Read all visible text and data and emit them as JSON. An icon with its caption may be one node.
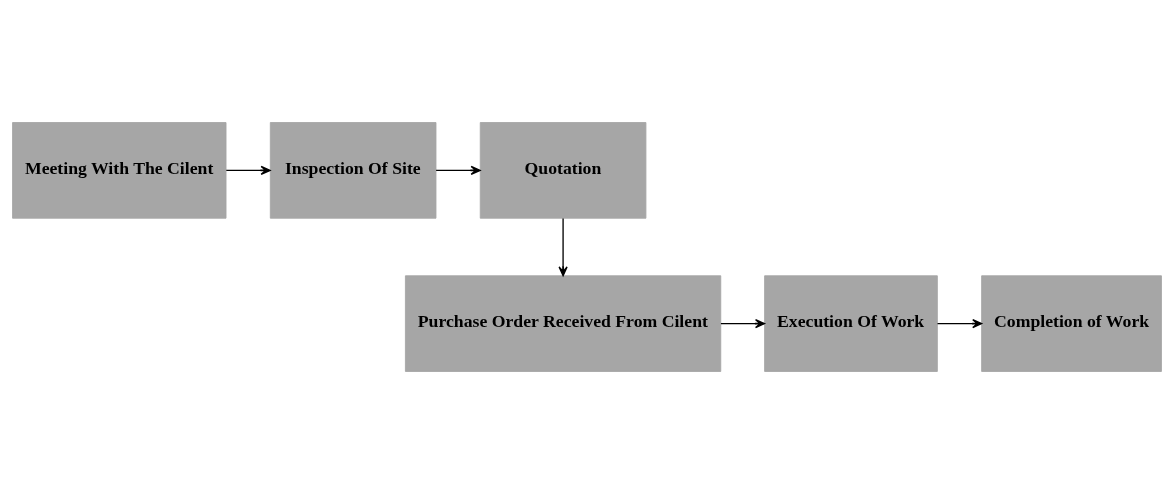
{
  "diagram": {
    "nodes": [
      {
        "text": [
          "Meeting With The Cilent"
        ]
      },
      {
        "text": [
          "Inspection Of Site"
        ]
      },
      {
        "text": [
          "Quotation"
        ]
      },
      {
        "text": [
          "Purchase Order Received From Cilent"
        ]
      },
      {
        "text": [
          "Execution Of Work"
        ]
      },
      {
        "text": [
          "Completion of Work"
        ]
      }
    ],
    "edges": [
      {
        "from": 0,
        "to": 1,
        "arrow": "to"
      },
      {
        "from": 1,
        "to": 2,
        "arrow": "to"
      },
      {
        "from": 2,
        "to": 3,
        "arrow": "to"
      },
      {
        "from": 3,
        "to": 4,
        "arrow": "to"
      },
      {
        "from": 4,
        "to": 5,
        "arrow": "to"
      }
    ]
  }
}
